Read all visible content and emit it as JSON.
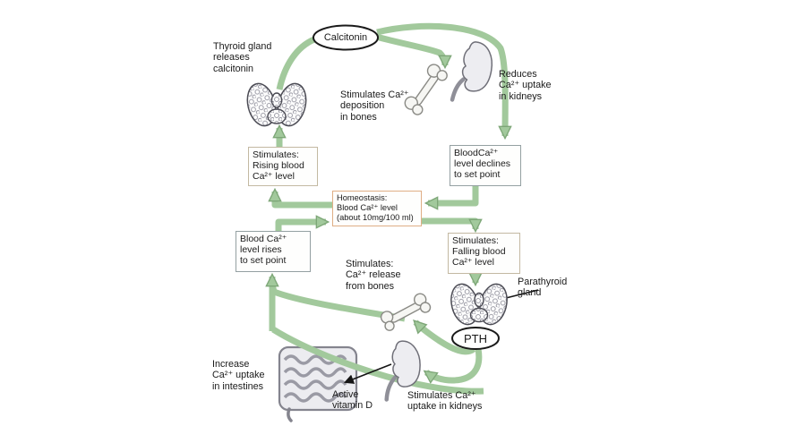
{
  "figure": {
    "title": "Calcium homeostasis feedback diagram (calcitonin / PTH)"
  },
  "colors": {
    "arrow_green": "#a2c99c",
    "arrow_green_edge": "#7da677",
    "homeostasis_border": "#dfae85",
    "stimulates_border": "#c3b9a2",
    "setpoint_border": "#94a0a2",
    "text_color": "#1a1a1a"
  },
  "labels": {
    "thyroid_caption": "Thyroid gland\nreleases\ncalcitonin",
    "calcitonin": "Calcitonin",
    "deposition_bones": "Stimulates Ca²⁺\ndeposition\nin bones",
    "reduces_kidneys": "Reduces\nCa²⁺ uptake\nin kidneys",
    "stim_rising": "Stimulates:\nRising blood\nCa²⁺ level",
    "declines_setpoint": "BloodCa²⁺\nlevel declines\nto set point",
    "homeostasis": "Homeostasis:\nBlood Ca²⁺ level\n(about 10mg/100 ml)",
    "rises_setpoint": "Blood Ca²⁺\nlevel rises\nto set point",
    "stim_falling": "Stimulates:\nFalling blood\nCa²⁺ level",
    "release_bones": "Stimulates:\nCa²⁺ release\nfrom bones",
    "parathyroid": "Parathyroid\ngland",
    "pth": "PTH",
    "increase_intestines": "Increase\nCa²⁺ uptake\nin intestines",
    "active_vitamin_d": "Active\nvitamin D",
    "uptake_kidneys": "Stimulates Ca²⁺\nuptake in kidneys"
  },
  "icons": [
    "thyroid-gland-icon",
    "parathyroid-gland-icon",
    "kidney-top-icon",
    "kidney-bottom-icon",
    "bone-top-icon",
    "bone-bottom-icon",
    "intestine-icon",
    "calcitonin-oval",
    "pth-oval"
  ]
}
